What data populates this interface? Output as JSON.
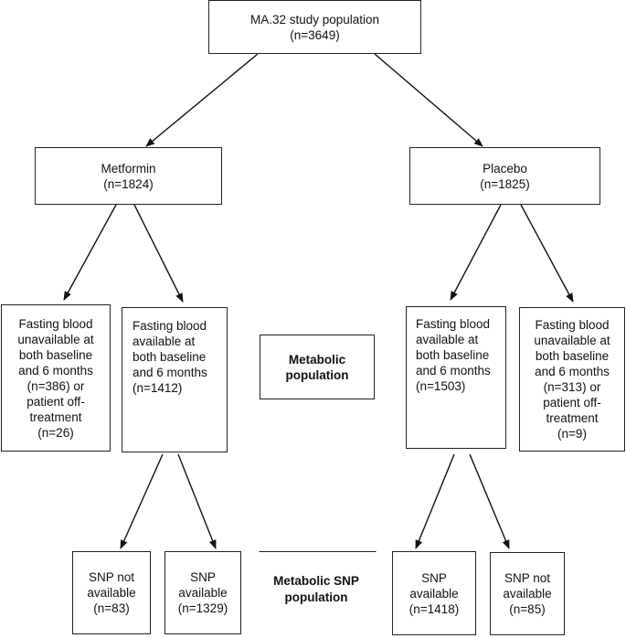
{
  "root": {
    "lines": [
      "MA.32 study population",
      "(n=3649)"
    ]
  },
  "arms": {
    "metformin": {
      "lines": [
        "Metformin",
        "(n=1824)"
      ]
    },
    "placebo": {
      "lines": [
        "Placebo",
        "(n=1825)"
      ]
    }
  },
  "fasting": {
    "met_unavailable": {
      "lines": [
        "Fasting blood",
        "unavailable at",
        "both baseline",
        "and 6 months",
        "(n=386) or",
        "patient off-",
        "treatment",
        "(n=26)"
      ]
    },
    "met_available": {
      "lines": [
        "Fasting blood",
        "available at",
        "both baseline",
        "and 6 months",
        "(n=1412)"
      ]
    },
    "pla_available": {
      "lines": [
        "Fasting blood",
        "available at",
        "both baseline",
        "and 6 months",
        "(n=1503)"
      ]
    },
    "pla_unavailable": {
      "lines": [
        "Fasting blood",
        "unavailable at",
        "both baseline",
        "and 6 months",
        "(n=313) or",
        "patient off-",
        "treatment",
        "(n=9)"
      ]
    }
  },
  "labels": {
    "metabolic_population": [
      "Metabolic",
      "population"
    ],
    "metabolic_snp_population": [
      "Metabolic SNP",
      "population"
    ]
  },
  "snp": {
    "met_not_available": {
      "lines": [
        "SNP not",
        "available",
        "(n=83)"
      ]
    },
    "met_available": {
      "lines": [
        "SNP",
        "available",
        "(n=1329)"
      ]
    },
    "pla_available": {
      "lines": [
        "SNP",
        "available",
        "(n=1418)"
      ]
    },
    "pla_not_available": {
      "lines": [
        "SNP not",
        "available",
        "(n=85)"
      ]
    }
  }
}
